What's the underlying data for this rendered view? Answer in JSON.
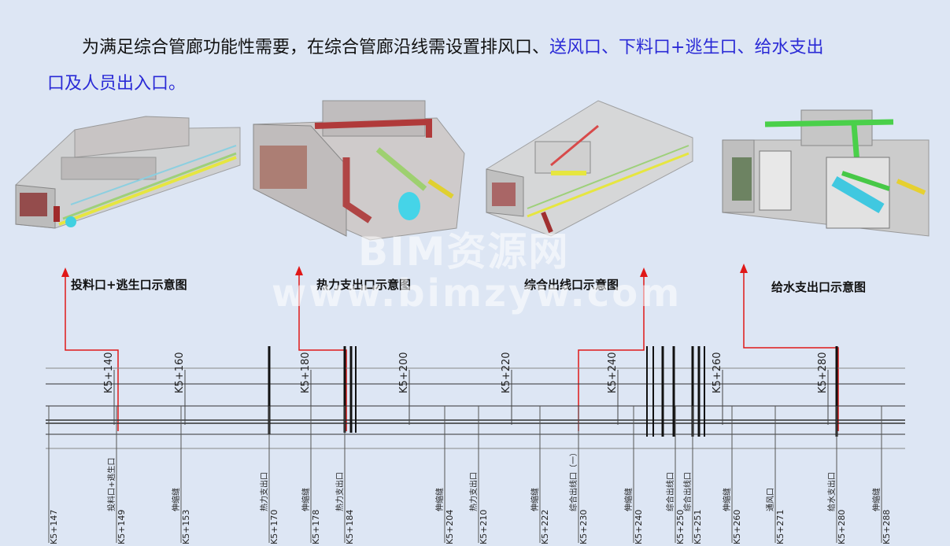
{
  "intro": {
    "part1": "为满足综合管廊功能性需要，在综合管廊沿线需设置排风口、",
    "part2": "送风口、下料口+逃生口、给水支出",
    "part3": "口及人员出入口。"
  },
  "captions": {
    "c1": "投料口+逃生口示意图",
    "c2": "热力支出口示意图",
    "c3": "综合出线口示意图",
    "c4": "给水支出口示意图"
  },
  "watermark": {
    "line1": "BIM资源网",
    "line2": "www.bimzyw.com"
  },
  "stations_top": [
    "K5+140",
    "K5+160",
    "K5+180",
    "K5+200",
    "K5+220",
    "K5+240",
    "K5+260",
    "K5+280"
  ],
  "stations_bottom": [
    {
      "label": "K5+147",
      "note": ""
    },
    {
      "label": "K5+149",
      "note": "投料口+逃生口"
    },
    {
      "label": "K5+153",
      "note": "伸缩缝"
    },
    {
      "label": "K5+170",
      "note": "热力支出口"
    },
    {
      "label": "K5+178",
      "note": "伸缩缝"
    },
    {
      "label": "K5+184",
      "note": "热力支出口"
    },
    {
      "label": "K5+204",
      "note": "伸缩缝"
    },
    {
      "label": "K5+210",
      "note": "热力支出口"
    },
    {
      "label": "K5+222",
      "note": "伸缩缝"
    },
    {
      "label": "K5+230",
      "note": "综合出线口（一）"
    },
    {
      "label": "K5+240",
      "note": "伸缩缝"
    },
    {
      "label": "K5+250",
      "note": "综合出线口"
    },
    {
      "label": "K5+251",
      "note": "综合出线口"
    },
    {
      "label": "K5+260",
      "note": "伸缩缝"
    },
    {
      "label": "K5+271",
      "note": "通风口"
    },
    {
      "label": "K5+280",
      "note": "给水支出口"
    },
    {
      "label": "K5+288",
      "note": "伸缩缝"
    }
  ],
  "colors": {
    "accent_text": "#2a2ad6",
    "arrow": "#e01818",
    "background": "#dde6f4"
  }
}
